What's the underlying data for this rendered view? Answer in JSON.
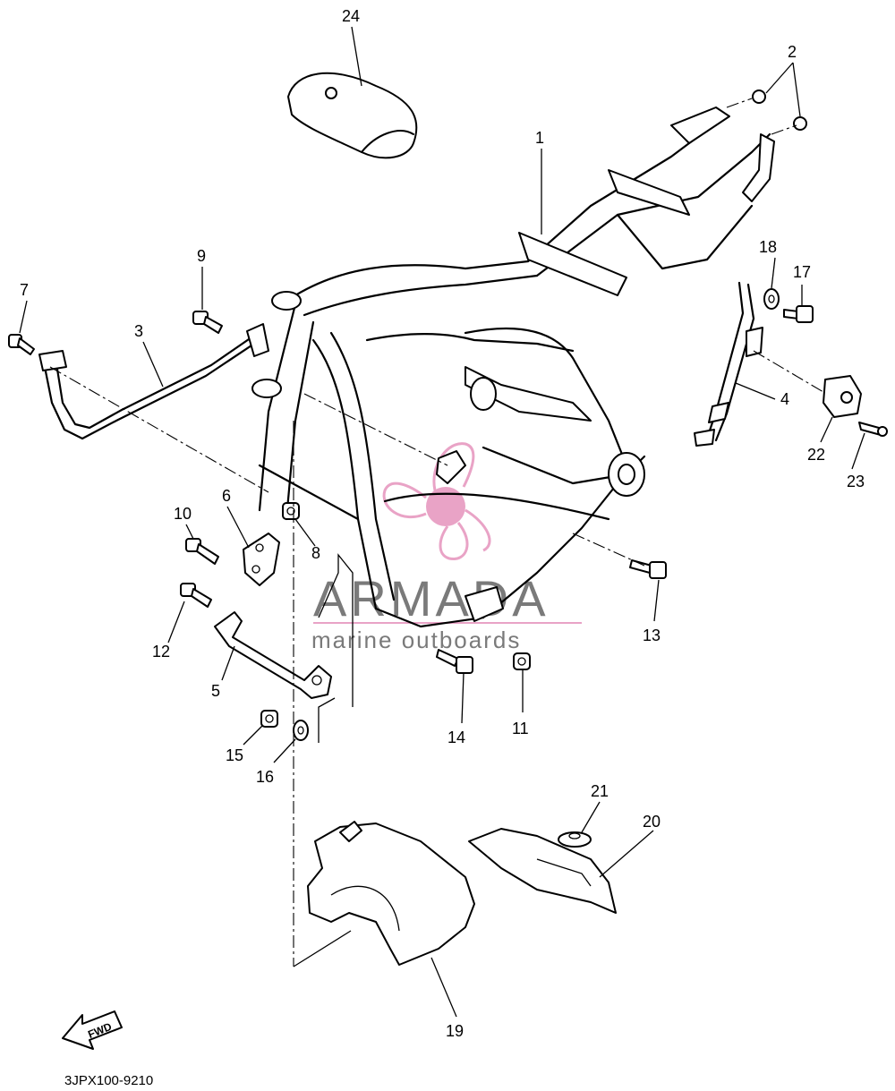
{
  "diagram": {
    "part_code": "3JPX100-9210",
    "fwd_label": "FWD",
    "callouts": [
      {
        "id": "1",
        "label": "1"
      },
      {
        "id": "2",
        "label": "2"
      },
      {
        "id": "3",
        "label": "3"
      },
      {
        "id": "4",
        "label": "4"
      },
      {
        "id": "5",
        "label": "5"
      },
      {
        "id": "6",
        "label": "6"
      },
      {
        "id": "7",
        "label": "7"
      },
      {
        "id": "8",
        "label": "8"
      },
      {
        "id": "9",
        "label": "9"
      },
      {
        "id": "10",
        "label": "10"
      },
      {
        "id": "11",
        "label": "11"
      },
      {
        "id": "12",
        "label": "12"
      },
      {
        "id": "13",
        "label": "13"
      },
      {
        "id": "14",
        "label": "14"
      },
      {
        "id": "15",
        "label": "15"
      },
      {
        "id": "16",
        "label": "16"
      },
      {
        "id": "17",
        "label": "17"
      },
      {
        "id": "18",
        "label": "18"
      },
      {
        "id": "19",
        "label": "19"
      },
      {
        "id": "20",
        "label": "20"
      },
      {
        "id": "21",
        "label": "21"
      },
      {
        "id": "22",
        "label": "22"
      },
      {
        "id": "23",
        "label": "23"
      },
      {
        "id": "24",
        "label": "24"
      }
    ]
  },
  "watermark": {
    "brand": "ARMADA",
    "tagline": "marine outboards",
    "color_pink": "#e9a3c6",
    "color_gray": "#7a7a7a"
  }
}
